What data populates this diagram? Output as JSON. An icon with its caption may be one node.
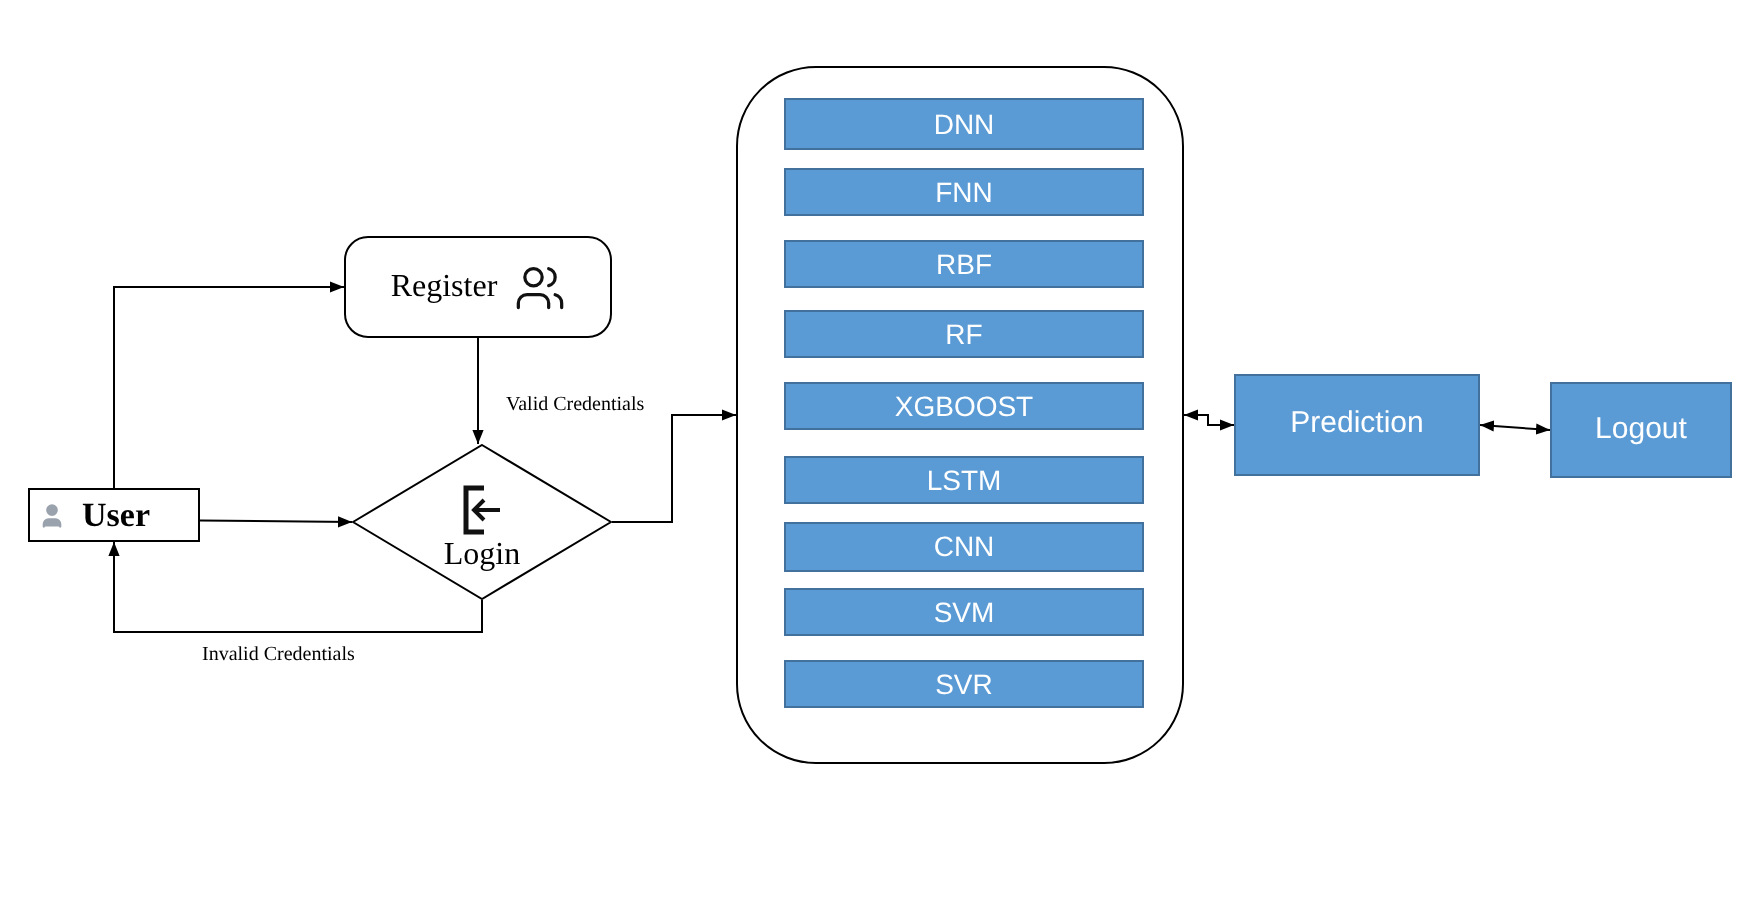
{
  "diagram": {
    "nodes": [
      {
        "text": [
          "User"
        ]
      },
      {
        "text": [
          "Register"
        ]
      },
      {
        "text": [
          "Login"
        ]
      },
      {
        "text": [],
        "shape": "box"
      },
      {
        "text": [
          "DNN"
        ],
        "in": 3
      },
      {
        "text": [
          "FNN"
        ],
        "in": 3
      },
      {
        "text": [
          "RBF"
        ],
        "in": 3
      },
      {
        "text": [
          "RF"
        ],
        "in": 3
      },
      {
        "text": [
          "XGBOOST"
        ],
        "in": 3
      },
      {
        "text": [
          "LSTM"
        ],
        "in": 3
      },
      {
        "text": [
          "CNN"
        ],
        "in": 3
      },
      {
        "text": [
          "SVM"
        ],
        "in": 3
      },
      {
        "text": [
          "SVR"
        ],
        "in": 3
      },
      {
        "text": [
          "Prediction"
        ]
      },
      {
        "text": [
          "Logout"
        ]
      }
    ],
    "edges": [
      {
        "from": 0,
        "to": 1,
        "arrow": "to"
      },
      {
        "from": 1,
        "to": 2,
        "arrow": "to"
      },
      {
        "from": 0,
        "to": 2,
        "arrow": "to"
      },
      {
        "from": 2,
        "to": 0,
        "arrow": "to",
        "label": "Invalid Credentials"
      },
      {
        "from": 2,
        "to": 3,
        "arrow": "to",
        "label": "Valid Credentials"
      },
      {
        "from": 3,
        "to": 13,
        "arrow": "both"
      },
      {
        "from": 13,
        "to": 14,
        "arrow": "both"
      }
    ]
  }
}
